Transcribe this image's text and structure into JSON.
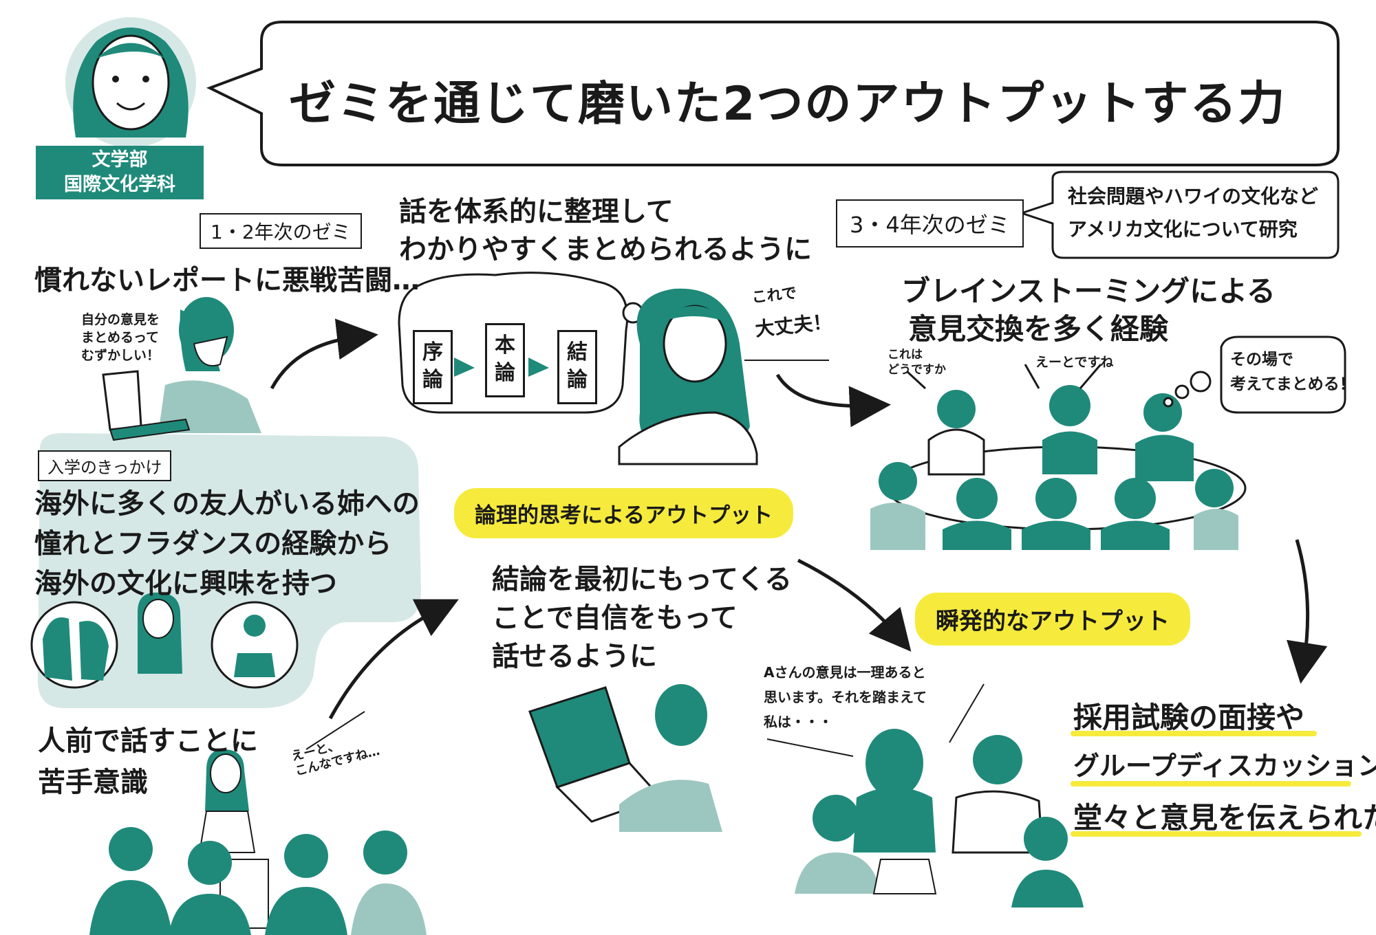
{
  "title": "ゼミを通じて磨いた2つのアウトプットする力",
  "profile": {
    "dept_line1": "文学部",
    "dept_line2": "国際文化学科"
  },
  "colors": {
    "accent": "#1f8a7a",
    "accent_light": "#d6e8e6",
    "highlight": "#f6eb3c",
    "ink": "#1a1a1a"
  },
  "seminar12": {
    "label": "1・2年次のゼミ",
    "headline": "慣れないレポートに悪戦苦闘…",
    "thought_lines": [
      "自分の意見を",
      "まとめるって",
      "むずかしい！"
    ]
  },
  "structure": {
    "heading_line1": "話を体系的に整理して",
    "heading_line2": "わかりやすくまとめられるように",
    "steps": [
      "序\n論",
      "本\n論",
      "結\n論"
    ],
    "ok_line1": "これで",
    "ok_line2": "大丈夫！"
  },
  "seminar34": {
    "label": "3・4年次のゼミ",
    "research_line1": "社会問題やハワイの文化など",
    "research_line2": "アメリカ文化について研究",
    "brainstorm_line1": "ブレインストーミングによる",
    "brainstorm_line2": "意見交換を多く経験",
    "speech_a_line1": "これは",
    "speech_a_line2": "どうですか",
    "speech_b": "えーとですね",
    "thought_line1": "その場で",
    "thought_line2": "考えてまとめる！"
  },
  "motivation": {
    "label": "入学のきっかけ",
    "line1": "海外に多くの友人がいる姉への",
    "line2": "憧れとフラダンスの経験から",
    "line3": "海外の文化に興味を持つ"
  },
  "logical": {
    "label": "論理的思考によるアウトプット",
    "line1": "結論を最初にもってくる",
    "line2": "ことで自信をもって",
    "line3": "話せるように"
  },
  "instant": {
    "label": "瞬発的なアウトプット",
    "speech_line1": "Aさんの意見は一理あると",
    "speech_line2": "思います。それを踏まえて",
    "speech_line3": "私は・・・"
  },
  "shy": {
    "line1": "人前で話すことに",
    "line2": "苦手意識",
    "speech_line1": "えーと、",
    "speech_line2": "こんなですね…"
  },
  "result": {
    "line1": "採用試験の面接や",
    "line2": "グループディスカッションで",
    "line3": "堂々と意見を伝えられた"
  }
}
